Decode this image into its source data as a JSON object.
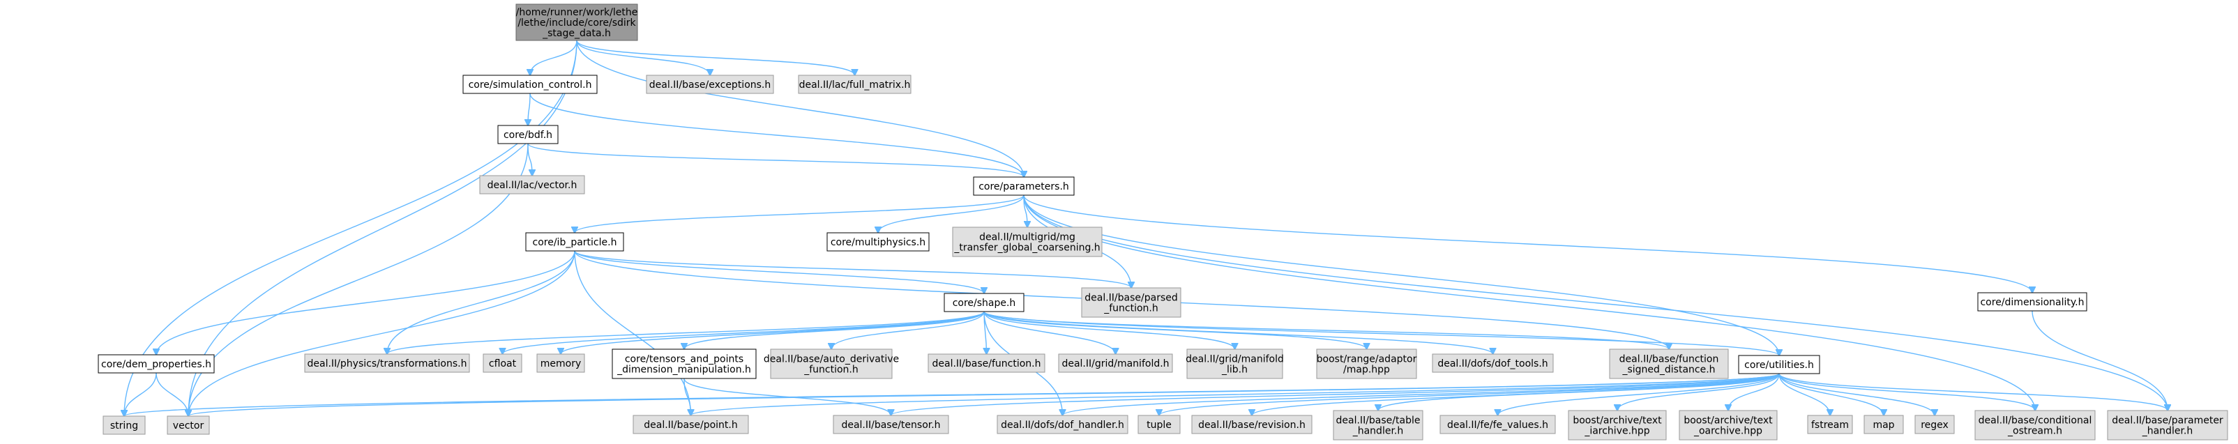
{
  "colors": {
    "root_fill": "#999999",
    "root_stroke": "#666666",
    "local_fill": "#ffffff",
    "local_stroke": "#000000",
    "external_fill": "#e0e0e0",
    "external_stroke": "#999999",
    "edge": "#63b8ff"
  },
  "nodes": {
    "root": {
      "lines": [
        "/home/runner/work/lethe",
        "/lethe/include/core/sdirk",
        "_stage_data.h"
      ],
      "kind": "root"
    },
    "simulation_control": {
      "lines": [
        "core/simulation_control.h"
      ],
      "kind": "local"
    },
    "exceptions": {
      "lines": [
        "deal.II/base/exceptions.h"
      ],
      "kind": "external"
    },
    "full_matrix": {
      "lines": [
        "deal.II/lac/full_matrix.h"
      ],
      "kind": "external"
    },
    "bdf": {
      "lines": [
        "core/bdf.h"
      ],
      "kind": "local"
    },
    "lac_vector": {
      "lines": [
        "deal.II/lac/vector.h"
      ],
      "kind": "external"
    },
    "parameters": {
      "lines": [
        "core/parameters.h"
      ],
      "kind": "local"
    },
    "ib_particle": {
      "lines": [
        "core/ib_particle.h"
      ],
      "kind": "local"
    },
    "multiphysics": {
      "lines": [
        "core/multiphysics.h"
      ],
      "kind": "local"
    },
    "mg_transfer": {
      "lines": [
        "deal.II/multigrid/mg",
        "_transfer_global_coarsening.h"
      ],
      "kind": "external"
    },
    "parsed_function": {
      "lines": [
        "deal.II/base/parsed",
        "_function.h"
      ],
      "kind": "external"
    },
    "dimensionality": {
      "lines": [
        "core/dimensionality.h"
      ],
      "kind": "local"
    },
    "shape": {
      "lines": [
        "core/shape.h"
      ],
      "kind": "local"
    },
    "dem_properties": {
      "lines": [
        "core/dem_properties.h"
      ],
      "kind": "local"
    },
    "transformations": {
      "lines": [
        "deal.II/physics/transformations.h"
      ],
      "kind": "external"
    },
    "cfloat": {
      "lines": [
        "cfloat"
      ],
      "kind": "external"
    },
    "memory": {
      "lines": [
        "memory"
      ],
      "kind": "external"
    },
    "tensors_points": {
      "lines": [
        "core/tensors_and_points",
        "_dimension_manipulation.h"
      ],
      "kind": "local"
    },
    "auto_derivative": {
      "lines": [
        "deal.II/base/auto_derivative",
        "_function.h"
      ],
      "kind": "external"
    },
    "base_function": {
      "lines": [
        "deal.II/base/function.h"
      ],
      "kind": "external"
    },
    "grid_manifold": {
      "lines": [
        "deal.II/grid/manifold.h"
      ],
      "kind": "external"
    },
    "manifold_lib": {
      "lines": [
        "deal.II/grid/manifold",
        "_lib.h"
      ],
      "kind": "external"
    },
    "adaptor_map": {
      "lines": [
        "boost/range/adaptor",
        "/map.hpp"
      ],
      "kind": "external"
    },
    "dof_tools": {
      "lines": [
        "deal.II/dofs/dof_tools.h"
      ],
      "kind": "external"
    },
    "function_signed": {
      "lines": [
        "deal.II/base/function",
        "_signed_distance.h"
      ],
      "kind": "external"
    },
    "utilities": {
      "lines": [
        "core/utilities.h"
      ],
      "kind": "local"
    },
    "string": {
      "lines": [
        "string"
      ],
      "kind": "external"
    },
    "vector": {
      "lines": [
        "vector"
      ],
      "kind": "external"
    },
    "point": {
      "lines": [
        "deal.II/base/point.h"
      ],
      "kind": "external"
    },
    "tensor": {
      "lines": [
        "deal.II/base/tensor.h"
      ],
      "kind": "external"
    },
    "dof_handler": {
      "lines": [
        "deal.II/dofs/dof_handler.h"
      ],
      "kind": "external"
    },
    "tuple": {
      "lines": [
        "tuple"
      ],
      "kind": "external"
    },
    "revision": {
      "lines": [
        "deal.II/base/revision.h"
      ],
      "kind": "external"
    },
    "table_handler": {
      "lines": [
        "deal.II/base/table",
        "_handler.h"
      ],
      "kind": "external"
    },
    "fe_values": {
      "lines": [
        "deal.II/fe/fe_values.h"
      ],
      "kind": "external"
    },
    "text_iarchive": {
      "lines": [
        "boost/archive/text",
        "_iarchive.hpp"
      ],
      "kind": "external"
    },
    "text_oarchive": {
      "lines": [
        "boost/archive/text",
        "_oarchive.hpp"
      ],
      "kind": "external"
    },
    "fstream": {
      "lines": [
        "fstream"
      ],
      "kind": "external"
    },
    "map": {
      "lines": [
        "map"
      ],
      "kind": "external"
    },
    "regex": {
      "lines": [
        "regex"
      ],
      "kind": "external"
    },
    "conditional_ostream": {
      "lines": [
        "deal.II/base/conditional",
        "_ostream.h"
      ],
      "kind": "external"
    },
    "parameter_handler": {
      "lines": [
        "deal.II/base/parameter",
        "_handler.h"
      ],
      "kind": "external"
    }
  },
  "edges": [
    [
      "root",
      "simulation_control"
    ],
    [
      "root",
      "exceptions"
    ],
    [
      "root",
      "full_matrix"
    ],
    [
      "root",
      "parameters"
    ],
    [
      "root",
      "string"
    ],
    [
      "root",
      "vector"
    ],
    [
      "simulation_control",
      "bdf"
    ],
    [
      "simulation_control",
      "parameters"
    ],
    [
      "bdf",
      "lac_vector"
    ],
    [
      "bdf",
      "parameters"
    ],
    [
      "bdf",
      "vector"
    ],
    [
      "parameters",
      "ib_particle"
    ],
    [
      "parameters",
      "multiphysics"
    ],
    [
      "parameters",
      "mg_transfer"
    ],
    [
      "parameters",
      "parsed_function"
    ],
    [
      "parameters",
      "dimensionality"
    ],
    [
      "parameters",
      "utilities"
    ],
    [
      "parameters",
      "conditional_ostream"
    ],
    [
      "parameters",
      "parameter_handler"
    ],
    [
      "dimensionality",
      "parameter_handler"
    ],
    [
      "ib_particle",
      "dem_properties"
    ],
    [
      "ib_particle",
      "shape"
    ],
    [
      "ib_particle",
      "transformations"
    ],
    [
      "ib_particle",
      "parsed_function"
    ],
    [
      "ib_particle",
      "function_signed"
    ],
    [
      "ib_particle",
      "point"
    ],
    [
      "ib_particle",
      "vector"
    ],
    [
      "dem_properties",
      "string"
    ],
    [
      "dem_properties",
      "vector"
    ],
    [
      "shape",
      "transformations"
    ],
    [
      "shape",
      "cfloat"
    ],
    [
      "shape",
      "memory"
    ],
    [
      "shape",
      "tensors_points"
    ],
    [
      "shape",
      "auto_derivative"
    ],
    [
      "shape",
      "base_function"
    ],
    [
      "shape",
      "grid_manifold"
    ],
    [
      "shape",
      "manifold_lib"
    ],
    [
      "shape",
      "adaptor_map"
    ],
    [
      "shape",
      "dof_tools"
    ],
    [
      "shape",
      "function_signed"
    ],
    [
      "shape",
      "utilities"
    ],
    [
      "shape",
      "dof_handler"
    ],
    [
      "tensors_points",
      "point"
    ],
    [
      "tensors_points",
      "tensor"
    ],
    [
      "utilities",
      "string"
    ],
    [
      "utilities",
      "vector"
    ],
    [
      "utilities",
      "point"
    ],
    [
      "utilities",
      "tensor"
    ],
    [
      "utilities",
      "dof_handler"
    ],
    [
      "utilities",
      "tuple"
    ],
    [
      "utilities",
      "revision"
    ],
    [
      "utilities",
      "table_handler"
    ],
    [
      "utilities",
      "fe_values"
    ],
    [
      "utilities",
      "text_iarchive"
    ],
    [
      "utilities",
      "text_oarchive"
    ],
    [
      "utilities",
      "fstream"
    ],
    [
      "utilities",
      "map"
    ],
    [
      "utilities",
      "regex"
    ],
    [
      "utilities",
      "conditional_ostream"
    ],
    [
      "utilities",
      "parameter_handler"
    ]
  ]
}
